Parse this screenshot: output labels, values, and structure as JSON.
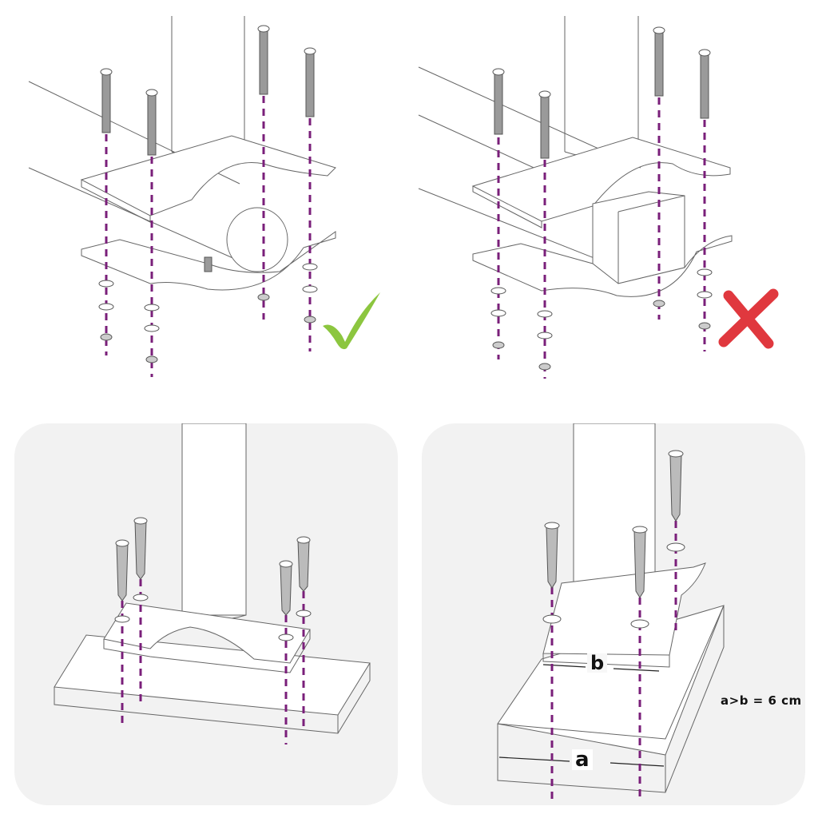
{
  "panels": {
    "top_left": {
      "description": "Round tube correctly clamped between two bracket plates with 4 bolts, washers and nuts",
      "status": "correct",
      "status_icon": "checkmark-icon",
      "status_color": "#8cc63f"
    },
    "top_right": {
      "description": "Square tube clamped between bracket plates — incorrect",
      "status": "incorrect",
      "status_icon": "cross-icon",
      "status_color": "#e0383e"
    },
    "bottom_left": {
      "description": "Bracket screwed onto a flat board with 4 wood screws and washers"
    },
    "bottom_right": {
      "description": "Bracket screwed onto a thick block; block width a larger than bracket width b",
      "dimension_b": "b",
      "dimension_a": "a",
      "note": "a>b = 6 cm"
    }
  },
  "colors": {
    "guide_line": "#7a1f7a",
    "outline": "#555555",
    "panel_bg": "#f2f2f2",
    "bolt": "#8a8a8a"
  }
}
